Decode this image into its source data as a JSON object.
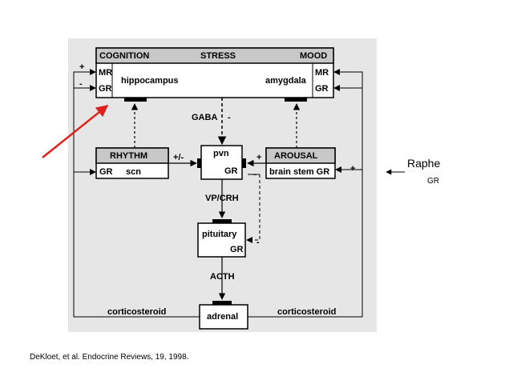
{
  "top_box": {
    "header_left": "COGNITION",
    "header_center": "STRESS",
    "header_right": "MOOD",
    "left_mr": "MR",
    "left_gr": "GR",
    "left_region": "hippocampus",
    "right_region": "amygdala",
    "right_mr": "MR",
    "right_gr": "GR"
  },
  "rhythm_box": {
    "title": "RHYTHM",
    "gr": "GR",
    "region": "scn"
  },
  "pvn_box": {
    "title": "pvn",
    "gr": "GR"
  },
  "arousal_box": {
    "title": "AROUSAL",
    "region": "brain stem GR"
  },
  "pituitary_box": {
    "title": "pituitary",
    "gr": "GR"
  },
  "adrenal_box": {
    "title": "adrenal"
  },
  "labels": {
    "gaba": "GABA",
    "gaba_sign": "-",
    "rhythm_sign": "+/-",
    "arousal_plus": "+",
    "arousal_minus": "-",
    "vp_crh": "VP/CRH",
    "acth": "ACTH",
    "pituitary_minus": "-",
    "cort_left": "corticosteroid",
    "cort_right": "corticosteroid",
    "top_left_plus": "+",
    "top_left_minus": "-",
    "right_plus": "+"
  },
  "raphe": {
    "title": "Raphe",
    "gr": "GR"
  },
  "citation": "DeKloet, et al.  Endocrine Reviews, 19, 1998.",
  "colors": {
    "pointer_arrow": "#e0201c",
    "background_panel": "#e6e6e6",
    "box_header": "#c8c8c8"
  }
}
